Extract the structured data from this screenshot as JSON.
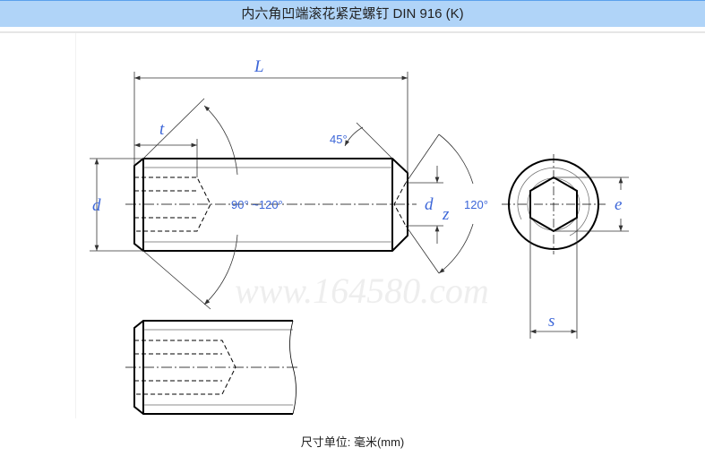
{
  "header": {
    "title": "内六角凹端滚花紧定螺钉 DIN 916 (K)"
  },
  "drawing": {
    "labels": {
      "L": "L",
      "t": "t",
      "d": "d",
      "dz": "d",
      "dz_sub": "z",
      "e": "e",
      "s": "s"
    },
    "angles": {
      "chamfer": "45°",
      "cup_range": "90° ~120°",
      "cup_angle": "120°"
    },
    "watermark": "www.164580.com"
  },
  "footer": {
    "units": "尺寸单位: 毫米(mm)"
  }
}
